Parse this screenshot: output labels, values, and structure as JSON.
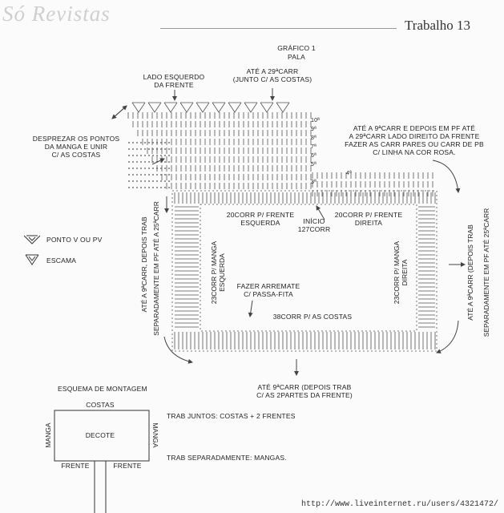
{
  "header": {
    "logo_text": "Só Revistas",
    "work_title": "Trabalho 13"
  },
  "graphic": {
    "title": "GRÁFICO 1",
    "subtitle": "PALA"
  },
  "labels": {
    "left_side": "LADO ESQUERDO\nDA FRENTE",
    "up_to_29_together": "ATÉ A 29ªCARR\n(JUNTO C/ AS COSTAS)",
    "discard_points": "DESPREZAR OS PONTOS\nDA MANGA E UNIR\nC/ AS COSTAS",
    "right_side_instr": "ATÉ A 9ªCARR E DEPOIS EM PF ATÉ\nA 29ªCARR LADO DIREITO DA FRENTE\nFAZER AS CARR PARES OU CARR DE PB\nC/ LINHA NA COR ROSA.",
    "front_left": "20CORR P/ FRENTE\nESQUERDA",
    "start": "INÍCIO\n127CORR",
    "front_right": "20CORR P/ FRENTE\nDIREITA",
    "sleeve_left": "23CORR P/ MANGA\nESQUERDA",
    "sleeve_right": "23CORR P/ MANGA\nDIREITA",
    "left_vert_1": "ATÉ A 9ªCARR, DEPOIS TRAB",
    "left_vert_2": "SEPARADAMENTE EM PF ATÉ A 25ªCARR",
    "right_vert_1": "ATÉ A 9ªCARR (DEPOIS TRAB",
    "right_vert_2": "SEPARADAMENTE EM PF ATÉ 25ªCARR",
    "finish": "FAZER ARREMATE\nC/ PASSA-FITA",
    "back": "38CORR P/ AS COSTAS",
    "bottom_instr": "ATÉ 9ªCARR (DEPOIS TRAB\nC/ AS 2PARTES DA FRENTE)"
  },
  "row_numbers": [
    "10ª",
    "9ª",
    "8ª",
    "7ª",
    "6ª",
    "5ª",
    "4ª",
    "3ª"
  ],
  "legend": [
    {
      "icon": "v-stitch-icon",
      "label": "PONTO V OU PV"
    },
    {
      "icon": "shell-stitch-icon",
      "label": "ESCAMA"
    }
  ],
  "assembly": {
    "title": "ESQUEMA DE MONTAGEM",
    "back": "COSTAS",
    "neck": "DECOTE",
    "sleeve_left": "MANGA",
    "sleeve_right": "MANGA",
    "front_left": "FRENTE",
    "front_right": "FRENTE",
    "note_together": "TRAB JUNTOS: COSTAS + 2 FRENTES",
    "note_separately": "TRAB SEPARADAMENTE: MANGAS."
  },
  "footer": {
    "url": "http://www.liveinternet.ru/users/4321472/"
  }
}
